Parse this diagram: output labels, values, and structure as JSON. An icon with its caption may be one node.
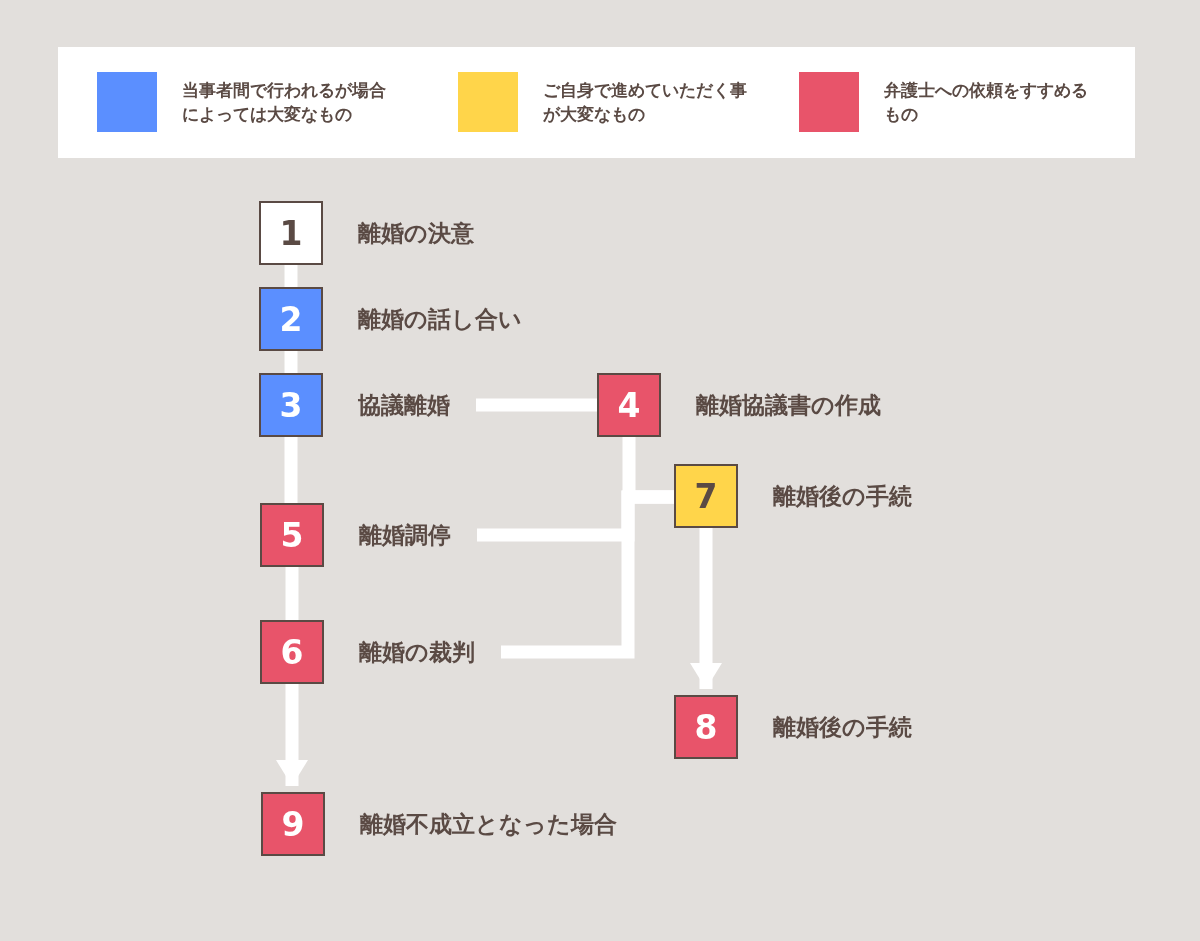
{
  "diagram": {
    "nodes": [
      {
        "text": [
          "1"
        ],
        "beside": [
          "離婚の決意"
        ]
      },
      {
        "text": [
          "2"
        ],
        "beside": [
          "離婚の話し合い"
        ]
      },
      {
        "text": [
          "3"
        ],
        "beside": [
          "協議離婚"
        ]
      },
      {
        "text": [
          "4"
        ],
        "beside": [
          "離婚協議書の作成"
        ]
      },
      {
        "text": [
          "5"
        ],
        "beside": [
          "離婚調停"
        ]
      },
      {
        "text": [
          "6"
        ],
        "beside": [
          "離婚の裁判"
        ]
      },
      {
        "text": [
          "7"
        ],
        "beside": [
          "離婚後の手続"
        ]
      },
      {
        "text": [
          "8"
        ],
        "beside": [
          "離婚後の手続"
        ]
      },
      {
        "text": [
          "9"
        ],
        "beside": [
          "離婚不成立となった場合"
        ]
      }
    ],
    "edges": [
      {
        "from": 0,
        "to": 1,
        "arrow": "none"
      },
      {
        "from": 1,
        "to": 2,
        "arrow": "none"
      },
      {
        "from": 2,
        "to": 4,
        "arrow": "none"
      },
      {
        "from": 4,
        "to": 5,
        "arrow": "none"
      },
      {
        "from": 5,
        "to": 8,
        "arrow": "to"
      },
      {
        "from": 2,
        "to": 3,
        "arrow": "none"
      },
      {
        "from": 3,
        "to": 6,
        "arrow": "none"
      },
      {
        "from": 4,
        "to": 6,
        "arrow": "none"
      },
      {
        "from": 5,
        "to": 6,
        "arrow": "none"
      },
      {
        "from": 6,
        "to": 7,
        "arrow": "to"
      }
    ],
    "legend": [
      {
        "text": "当事者間で行われるが場合によっては大変なもの",
        "color": "#5b8fff"
      },
      {
        "text": "ご自身で進めていただく事が大変なもの",
        "color": "#ffd54a"
      },
      {
        "text": "弁護士への依頼をすすめるもの",
        "color": "#e8546a"
      }
    ]
  }
}
